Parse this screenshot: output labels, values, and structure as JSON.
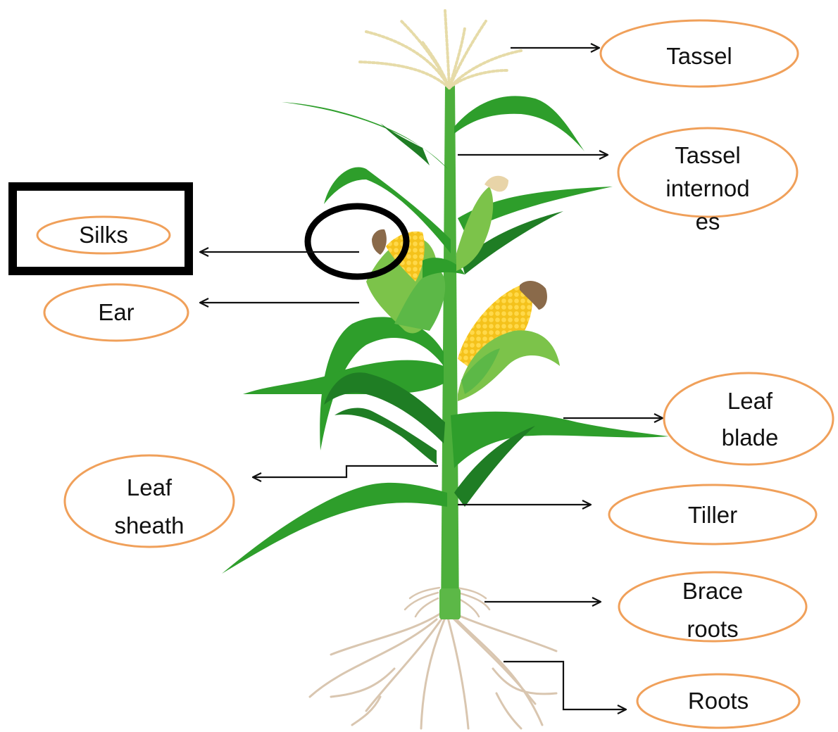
{
  "diagram": {
    "colors": {
      "leaf": "#2e9e2b",
      "leaf_dark": "#1f7d24",
      "leaf_light": "#7cc34a",
      "stalk": "#4caf3b",
      "kernel": "#f4c21b",
      "silk": "#8a6a4a",
      "tassel": "#e6dba8",
      "root": "#d9c6b0",
      "oval_border": "#f0a05a",
      "highlight": "#000000",
      "arrow": "#111111"
    },
    "labels": {
      "tassel": "Tassel",
      "tassel_internodes_1": "Tassel",
      "tassel_internodes_2": "internod",
      "tassel_internodes_3": "es",
      "silks": "Silks",
      "ear": "Ear",
      "leaf_blade_1": "Leaf",
      "leaf_blade_2": "blade",
      "leaf_sheath_1": "Leaf",
      "leaf_sheath_2": "sheath",
      "tiller": "Tiller",
      "brace_roots_1": "Brace",
      "brace_roots_2": "roots",
      "roots": "Roots"
    }
  }
}
